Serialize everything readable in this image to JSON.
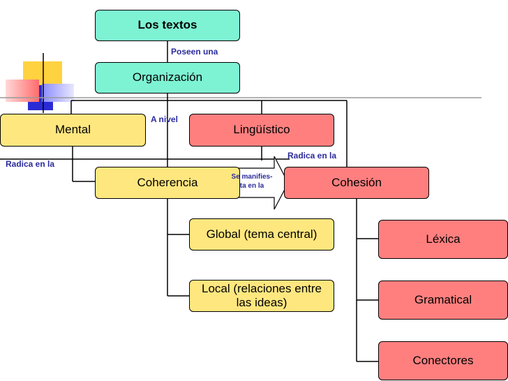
{
  "nodes": {
    "los_textos": "Los textos",
    "organizacion": "Organización",
    "mental": "Mental",
    "linguistico": "Lingüístico",
    "coherencia": "Coherencia",
    "cohesion": "Cohesión",
    "global": "Global (tema central)",
    "local": "Local (relaciones entre las ideas)",
    "lexica": "Léxica",
    "gramatical": "Gramatical",
    "conectores": "Conectores"
  },
  "labels": {
    "poseen_una": "Poseen una",
    "a_nivel": "A nivel",
    "radica_en_la_left": "Radica en la",
    "radica_en_la_right": "Radica en la",
    "se_manifiesta_line1": "Se manifies-",
    "se_manifiesta_line2": "ta en la"
  },
  "colors": {
    "teal": "#7ef3d3",
    "yellow": "#ffe77f",
    "red": "#ff7f7f",
    "label_blue": "#2b2b9c"
  }
}
